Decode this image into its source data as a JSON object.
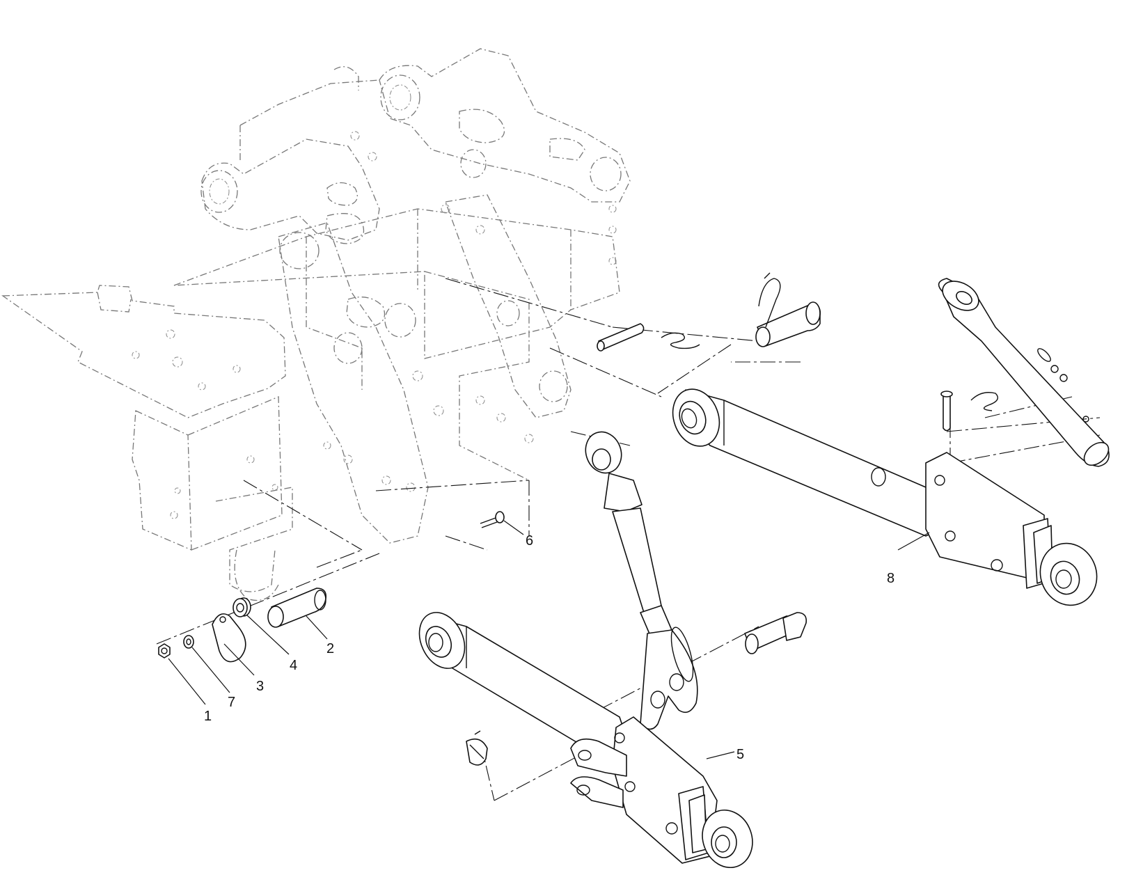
{
  "callouts": [
    {
      "id": "1",
      "label": "1"
    },
    {
      "id": "2",
      "label": "2"
    },
    {
      "id": "3",
      "label": "3"
    },
    {
      "id": "4",
      "label": "4"
    },
    {
      "id": "5",
      "label": "5"
    },
    {
      "id": "6",
      "label": "6"
    },
    {
      "id": "7",
      "label": "7"
    },
    {
      "id": "8",
      "label": "8"
    }
  ],
  "colors": {
    "line": "#111111",
    "phantom": "#777777",
    "background": "#ffffff"
  }
}
